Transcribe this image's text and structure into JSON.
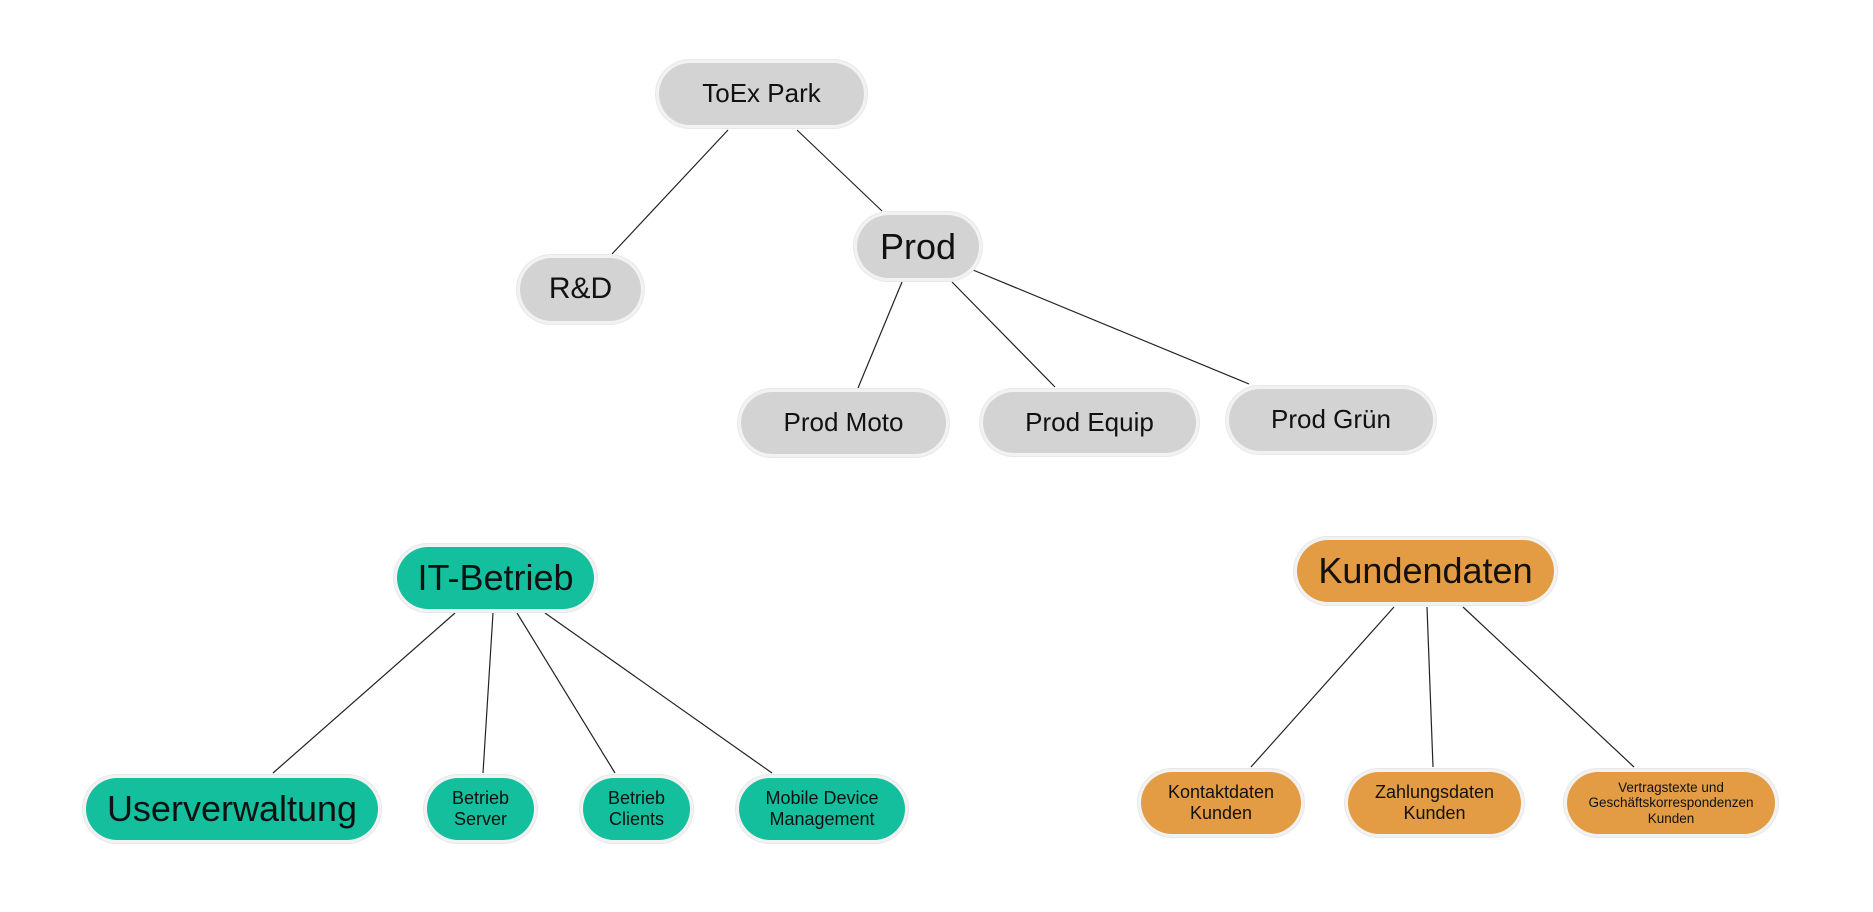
{
  "diagram": {
    "type": "tree",
    "colors": {
      "gray": "#d3d3d3",
      "teal": "#14bf9e",
      "orange": "#e49c44",
      "edge": "#222222"
    },
    "nodes": {
      "toex_park": "ToEx Park",
      "rnd": "R&D",
      "prod": "Prod",
      "prod_moto": "Prod Moto",
      "prod_equip": "Prod Equip",
      "prod_gruen": "Prod Grün",
      "it_betrieb": "IT-Betrieb",
      "userverwaltung": "Userverwaltung",
      "betrieb_server": "Betrieb\nServer",
      "betrieb_clients": "Betrieb\nClients",
      "mdm": "Mobile Device\nManagement",
      "kundendaten": "Kundendaten",
      "kontaktdaten": "Kontaktdaten\nKunden",
      "zahlungsdaten": "Zahlungsdaten\nKunden",
      "vertragstexte": "Vertragstexte und\nGeschäftskorrespondenzen\nKunden"
    },
    "edges": [
      [
        "toex_park",
        "rnd"
      ],
      [
        "toex_park",
        "prod"
      ],
      [
        "prod",
        "prod_moto"
      ],
      [
        "prod",
        "prod_equip"
      ],
      [
        "prod",
        "prod_gruen"
      ],
      [
        "it_betrieb",
        "userverwaltung"
      ],
      [
        "it_betrieb",
        "betrieb_server"
      ],
      [
        "it_betrieb",
        "betrieb_clients"
      ],
      [
        "it_betrieb",
        "mdm"
      ],
      [
        "kundendaten",
        "kontaktdaten"
      ],
      [
        "kundendaten",
        "zahlungsdaten"
      ],
      [
        "kundendaten",
        "vertragstexte"
      ]
    ]
  }
}
